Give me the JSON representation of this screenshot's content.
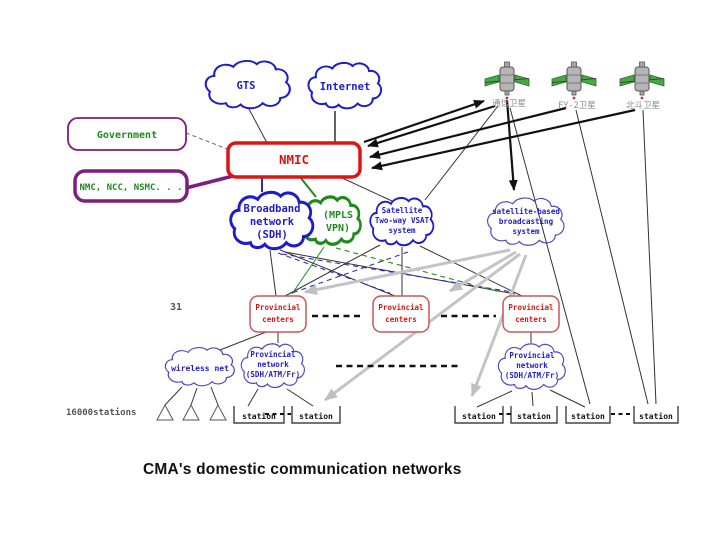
{
  "caption": "CMA's domestic communication networks",
  "clouds": {
    "gts": "GTS",
    "internet": "Internet",
    "broadband": [
      "Broadband",
      "network",
      "(SDH)"
    ],
    "mpls": [
      "(MPLS",
      "VPN)"
    ],
    "vsat": [
      "Satellite",
      "Two-way VSAT",
      "system"
    ],
    "broadcast": [
      "satellite-based",
      "broadcasting",
      "system"
    ],
    "wireless": "wireless net",
    "prov_net": [
      "Provincial",
      "network",
      "(SDH/ATM/Fr)"
    ]
  },
  "boxes": {
    "government": "Government",
    "nmc": "NMC, NCC, NSMC. . .",
    "nmic": "NMIC",
    "provincial_center": [
      "Provincial",
      "centers"
    ],
    "station": "station"
  },
  "satellites": [
    "通信卫星",
    "FY-2卫星",
    "北斗卫星"
  ],
  "annotations": {
    "provincial_count": "31",
    "stations_count": "16000stations"
  },
  "colors": {
    "cloud_blue": "#1c1ccd",
    "green": "#1e8a1e",
    "red": "#dd1512",
    "purple": "#7d1f7d",
    "provincial_box": "#cc5555",
    "gray_arrow": "#c4c4c4",
    "satellite_label_gray": "#8a8a8a"
  }
}
